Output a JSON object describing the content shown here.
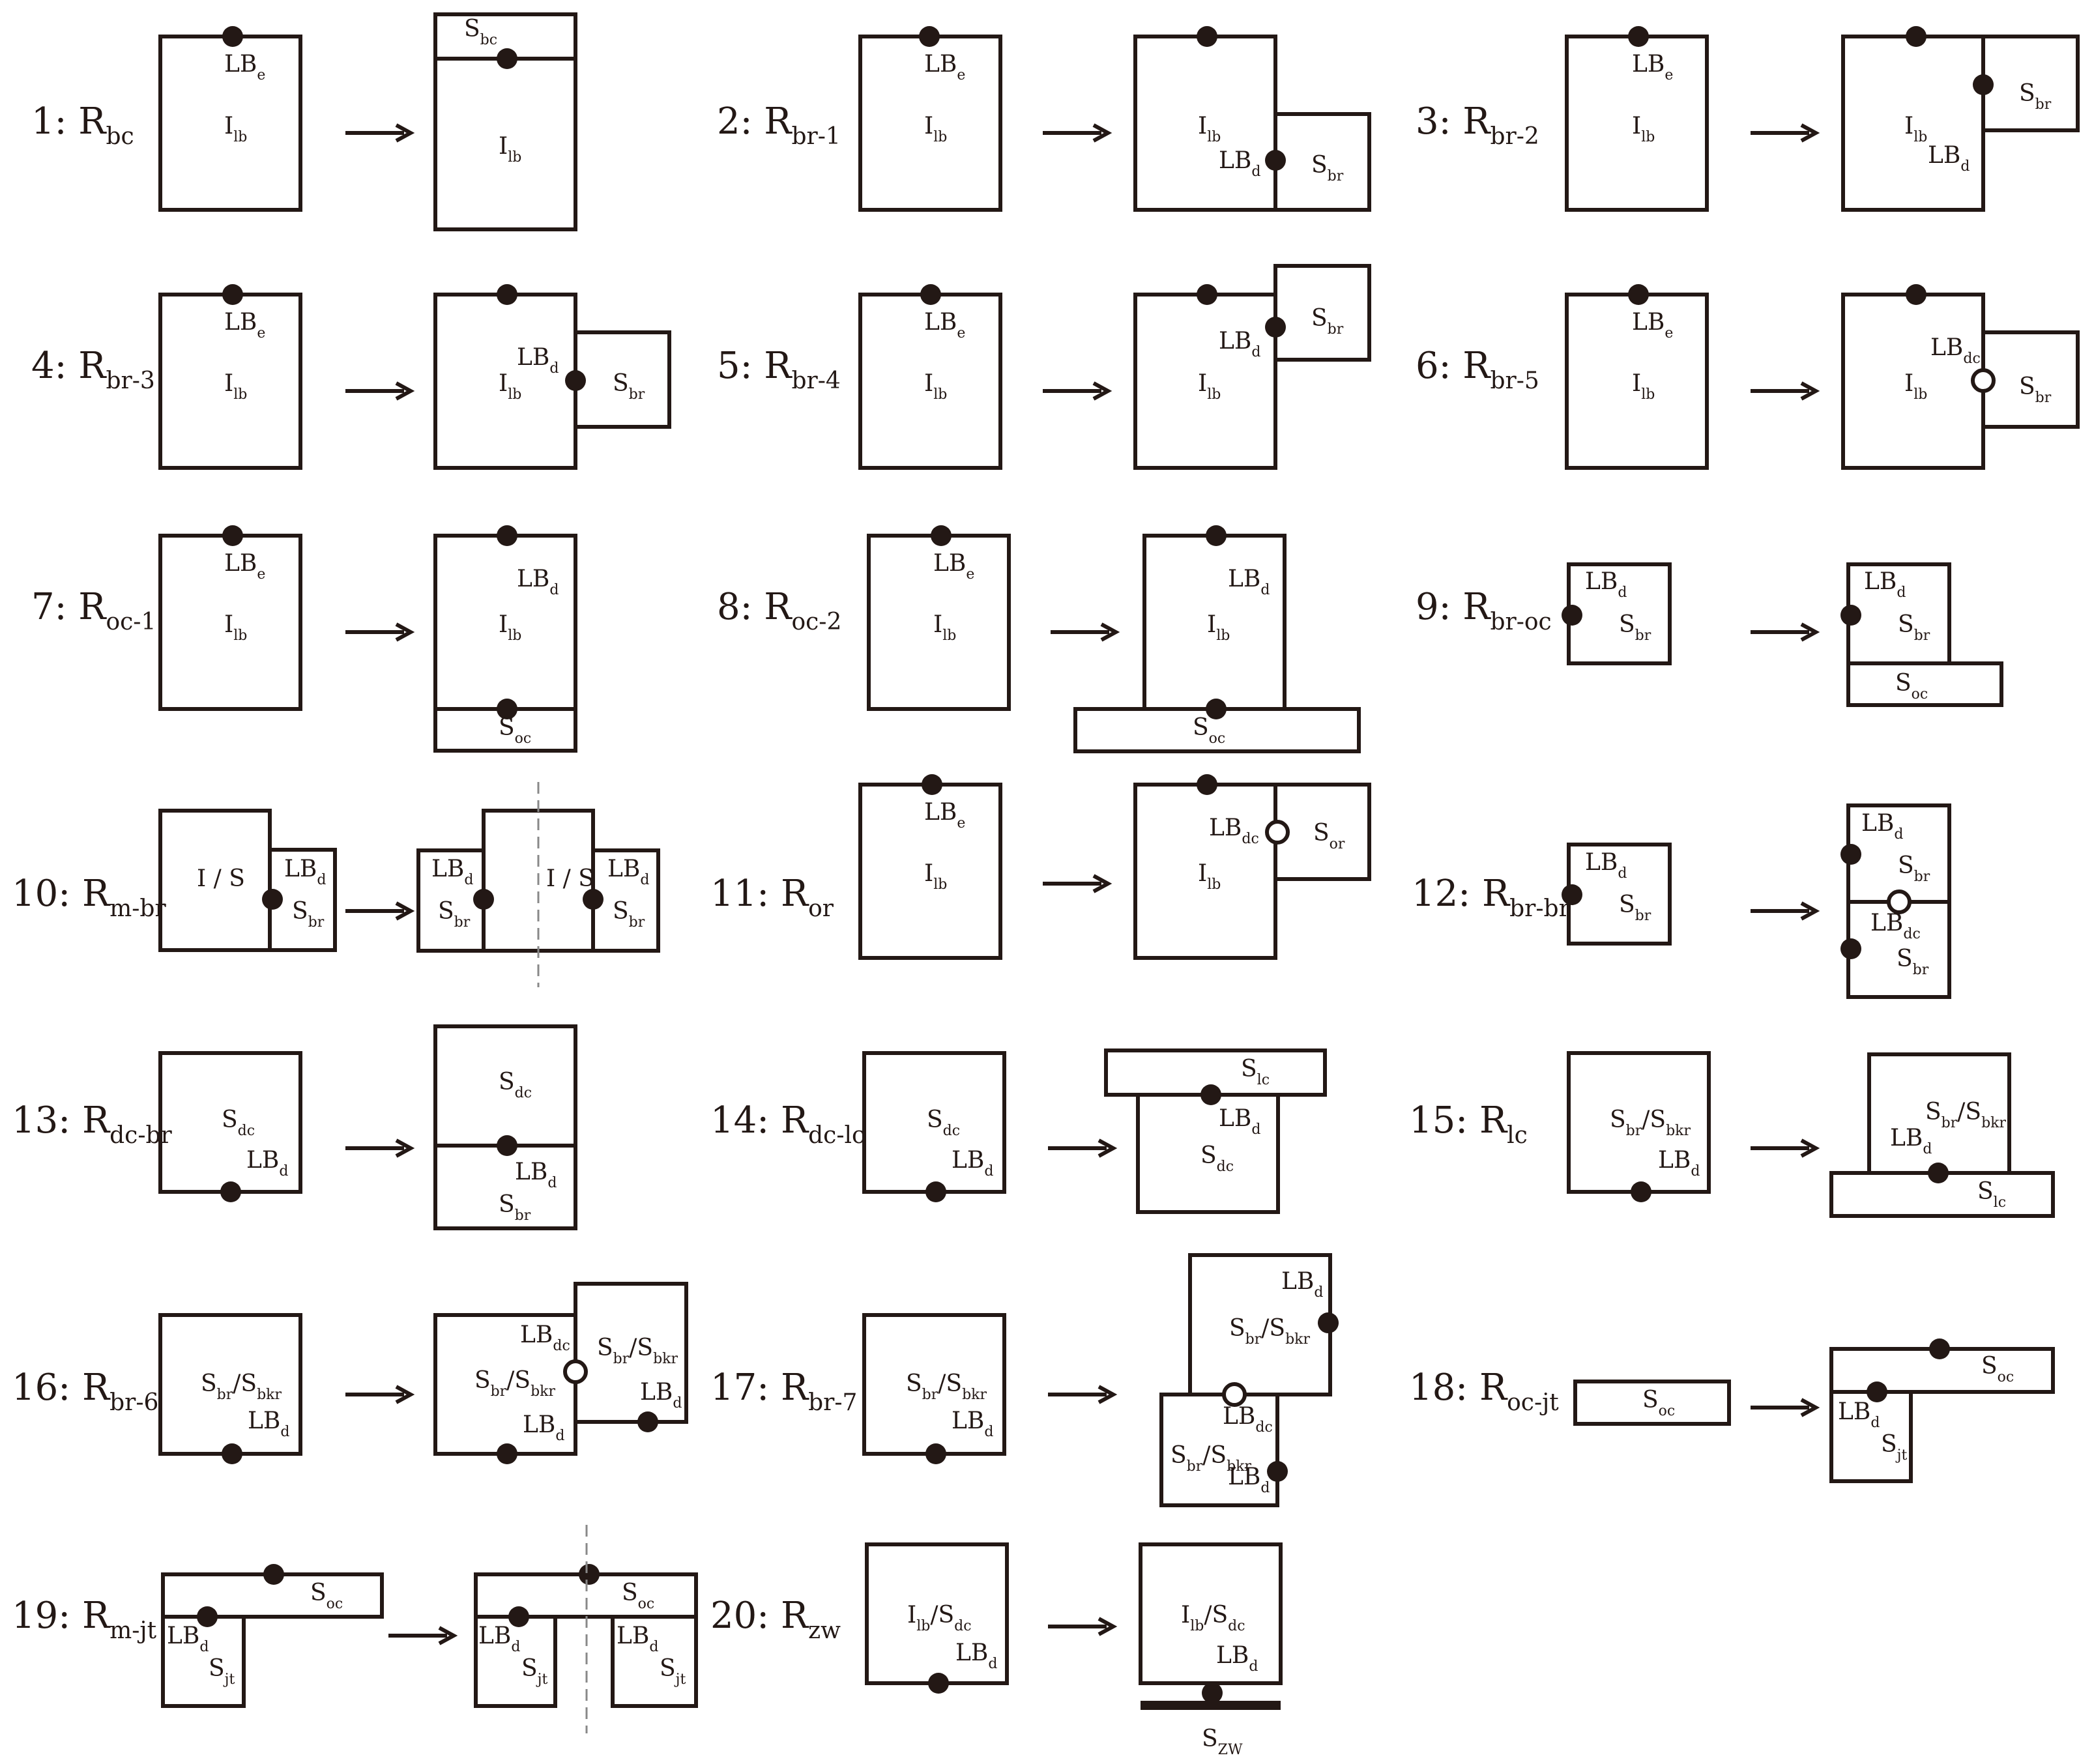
{
  "colors": {
    "ink": "#231815",
    "background": "#ffffff",
    "dashed_axis": "#888888"
  },
  "arrow_glyph": "⟶",
  "rules": [
    {
      "number": "1:",
      "symbol": "R",
      "sub": "bc"
    },
    {
      "number": "2:",
      "symbol": "R",
      "sub": "br-1"
    },
    {
      "number": "3:",
      "symbol": "R",
      "sub": "br-2"
    },
    {
      "number": "4:",
      "symbol": "R",
      "sub": "br-3"
    },
    {
      "number": "5:",
      "symbol": "R",
      "sub": "br-4"
    },
    {
      "number": "6:",
      "symbol": "R",
      "sub": "br-5"
    },
    {
      "number": "7:",
      "symbol": "R",
      "sub": "oc-1"
    },
    {
      "number": "8:",
      "symbol": "R",
      "sub": "oc-2"
    },
    {
      "number": "9:",
      "symbol": "R",
      "sub": "br-oc"
    },
    {
      "number": "10:",
      "symbol": "R",
      "sub": "m-br"
    },
    {
      "number": "11:",
      "symbol": "R",
      "sub": "or"
    },
    {
      "number": "12:",
      "symbol": "R",
      "sub": "br-br"
    },
    {
      "number": "13:",
      "symbol": "R",
      "sub": "dc-br"
    },
    {
      "number": "14:",
      "symbol": "R",
      "sub": "dc-lc"
    },
    {
      "number": "15:",
      "symbol": "R",
      "sub": "lc"
    },
    {
      "number": "16:",
      "symbol": "R",
      "sub": "br-6"
    },
    {
      "number": "17:",
      "symbol": "R",
      "sub": "br-7"
    },
    {
      "number": "18:",
      "symbol": "R",
      "sub": "oc-jt"
    },
    {
      "number": "19:",
      "symbol": "R",
      "sub": "m-jt"
    },
    {
      "number": "20:",
      "symbol": "R",
      "sub": "zw"
    }
  ],
  "shape_labels": {
    "LBe": {
      "main": "LB",
      "sub": "e"
    },
    "LBd": {
      "main": "LB",
      "sub": "d"
    },
    "LBdc": {
      "main": "LB",
      "sub": "dc"
    },
    "Ilb": {
      "main": "I",
      "sub": "lb"
    },
    "Sbc": {
      "main": "S",
      "sub": "bc"
    },
    "Sbr": {
      "main": "S",
      "sub": "br"
    },
    "Soc": {
      "main": "S",
      "sub": "oc"
    },
    "Sor": {
      "main": "S",
      "sub": "or"
    },
    "Sdc": {
      "main": "S",
      "sub": "dc"
    },
    "Slc": {
      "main": "S",
      "sub": "lc"
    },
    "Sjt": {
      "main": "S",
      "sub": "jt"
    },
    "Szw": {
      "main": "S",
      "sub": "ZW"
    },
    "IS": {
      "main": "I / S",
      "sub": ""
    },
    "SbrSbkr": {
      "main": "S",
      "sub": "br",
      "main2": "/S",
      "sub2": "bkr"
    },
    "IlbSdc": {
      "main": "I",
      "sub": "lb",
      "main2": "/S",
      "sub2": "dc"
    }
  }
}
